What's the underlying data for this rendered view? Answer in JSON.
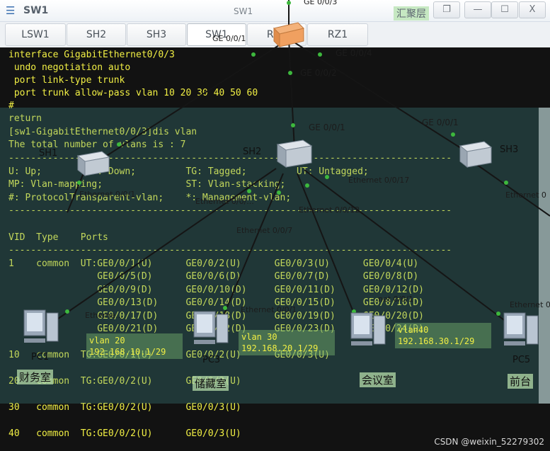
{
  "window": {
    "title": "SW1",
    "center_title": "SW1",
    "tag": "汇聚层",
    "controls": [
      "❐",
      "—",
      "☐",
      "X"
    ]
  },
  "tabs": [
    "LSW1",
    "SH2",
    "SH3",
    "SW1",
    "RZ2",
    "RZ1"
  ],
  "active_tab": "SW1",
  "terminal": {
    "lines": [
      "interface GigabitEthernet0/0/3",
      " undo negotiation auto",
      " port link-type trunk",
      " port trunk allow-pass vlan 10 20 30 40 50 60",
      "#",
      "return",
      "[sw1-GigabitEthernet0/0/3]dis vlan",
      "The total number of vlans is : 7",
      "--------------------------------------------------------------------------------",
      "U: Up;         D: Down;         TG: Tagged;         UT: Untagged;",
      "MP: Vlan-mapping;               ST: Vlan-stacking;",
      "#: ProtocolTransparent-vlan;    *: Management-vlan;",
      "--------------------------------------------------------------------------------",
      "",
      "VID  Type    Ports",
      "--------------------------------------------------------------------------------",
      "1    common  UT:GE0/0/1(U)      GE0/0/2(U)      GE0/0/3(U)      GE0/0/4(U)",
      "                GE0/0/5(D)      GE0/0/6(D)      GE0/0/7(D)      GE0/0/8(D)",
      "                GE0/0/9(D)      GE0/0/10(D)     GE0/0/11(D)     GE0/0/12(D)",
      "                GE0/0/13(D)     GE0/0/14(D)     GE0/0/15(D)     GE0/0/16(D)",
      "                GE0/0/17(D)     GE0/0/18(D)     GE0/0/19(D)     GE0/0/20(D)",
      "                GE0/0/21(D)     GE0/0/22(D)     GE0/0/23(D)     GE0/0/24(D)",
      "",
      "10   common  TG:GE0/0/1(U)      GE0/0/2(U)      GE0/0/3(U)",
      "",
      "20   common  TG:GE0/0/2(U)      GE0/0/3(U)",
      "",
      "30   common  TG:GE0/0/2(U)      GE0/0/3(U)",
      "",
      "40   common  TG:GE0/0/2(U)      GE0/0/3(U)"
    ]
  },
  "topology": {
    "devices": {
      "sh1": "SH1",
      "sh2": "SH2",
      "sh3": "SH3",
      "pc_left": "PC1",
      "pc3": "PC3",
      "pc5": "PC5"
    },
    "ports": {
      "sw1_ge001": "GE 0/0/1",
      "sw1_ge002": "GE 0/0/2",
      "sw1_ge003": "GE 0/0/3",
      "sw1_ge004": "GE 0/0/4",
      "sh2_ge001": "GE 0/0/1",
      "sh3_ge001": "GE 0/0/1",
      "sh1_eth": "Ethernet 0/0/1",
      "sh2_eth_left": "Ethernet 0/0/...",
      "sh2_eth_17": "Ethernet 0/0/17",
      "sh2_eth_12": "Ethernet 0/0/12",
      "sh2_eth_7": "Ethernet 0/0/7",
      "sh3_eth": "Ethernet 0",
      "pc1_eth": "Etherne...",
      "pc3_eth": "Ethernet 0/0/1",
      "pc5_eth": "Ethernet 0",
      "pc4_eth": "net 0/0/1"
    },
    "rooms": {
      "finance": "财务室",
      "storage": "储藏室",
      "meeting": "会议室",
      "front": "前台"
    },
    "vlan_boxes": {
      "vlan20": "vlan 20\n192.168.10.1/29",
      "vlan30": "vlan 30\n192.168.20.1/29",
      "vlan40": "vlan40\n192.168.30.1/29"
    }
  },
  "watermark": "CSDN @weixin_52279302"
}
